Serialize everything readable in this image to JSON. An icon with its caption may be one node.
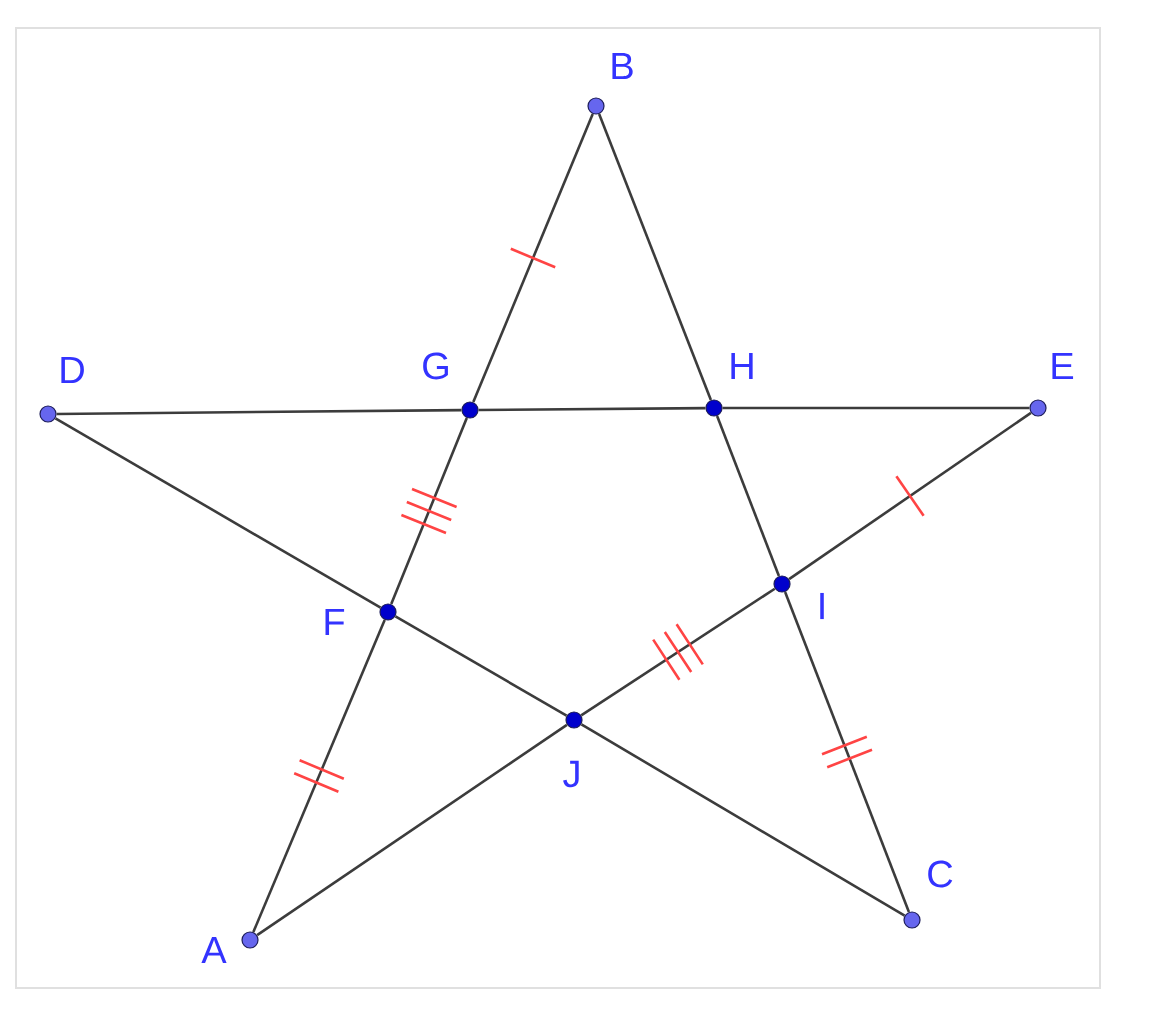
{
  "diagram": {
    "nodes": [
      {
        "text": [
          "A"
        ]
      },
      {
        "text": [
          "B"
        ]
      },
      {
        "text": [
          "C"
        ]
      },
      {
        "text": [
          "D"
        ]
      },
      {
        "text": [
          "E"
        ]
      },
      {
        "text": [
          "F"
        ]
      },
      {
        "text": [
          "G"
        ]
      },
      {
        "text": [
          "H"
        ]
      },
      {
        "text": [
          "I"
        ]
      },
      {
        "text": [
          "J"
        ]
      }
    ],
    "edges": [
      {
        "from": 0,
        "to": 5,
        "arrow": "none"
      },
      {
        "from": 5,
        "to": 6,
        "arrow": "none"
      },
      {
        "from": 6,
        "to": 1,
        "arrow": "none"
      },
      {
        "from": 1,
        "to": 7,
        "arrow": "none"
      },
      {
        "from": 7,
        "to": 8,
        "arrow": "none"
      },
      {
        "from": 8,
        "to": 2,
        "arrow": "none"
      },
      {
        "from": 3,
        "to": 6,
        "arrow": "none"
      },
      {
        "from": 6,
        "to": 7,
        "arrow": "none"
      },
      {
        "from": 7,
        "to": 4,
        "arrow": "none"
      },
      {
        "from": 3,
        "to": 5,
        "arrow": "none"
      },
      {
        "from": 5,
        "to": 9,
        "arrow": "none"
      },
      {
        "from": 9,
        "to": 2,
        "arrow": "none"
      },
      {
        "from": 0,
        "to": 9,
        "arrow": "none"
      },
      {
        "from": 9,
        "to": 8,
        "arrow": "none"
      },
      {
        "from": 8,
        "to": 4,
        "arrow": "none"
      }
    ]
  }
}
